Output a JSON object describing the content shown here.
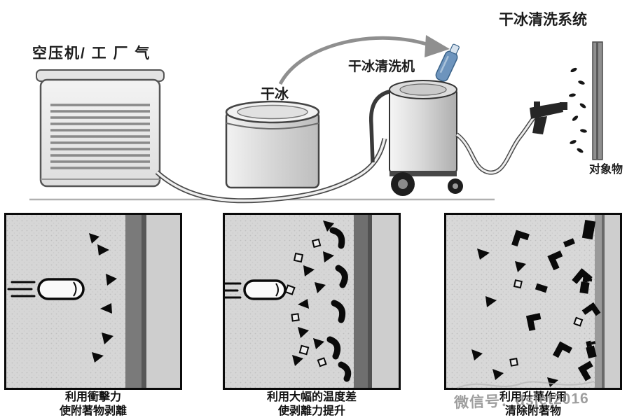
{
  "title": "干冰清洗系统",
  "diagram": {
    "compressor_label": "空压机/ 工 厂 气",
    "dry_ice_label": "干冰",
    "machine_label": "干冰清洗机",
    "target_label": "对象物"
  },
  "panels": [
    {
      "caption_line1": "利用衝擊力",
      "caption_line2": "使附著物剥離"
    },
    {
      "caption_line1": "利用大幅的温度差",
      "caption_line2": "使剥離力提升"
    },
    {
      "caption_line1": "利用升華作用",
      "caption_line2": "清除附著物"
    }
  ],
  "watermark": "微信号：dsjet2016",
  "colors": {
    "bottle_blue": "#6d94bd",
    "wall_gray": "#8f8f8f",
    "watermark_gray": "#8e8e8e"
  }
}
